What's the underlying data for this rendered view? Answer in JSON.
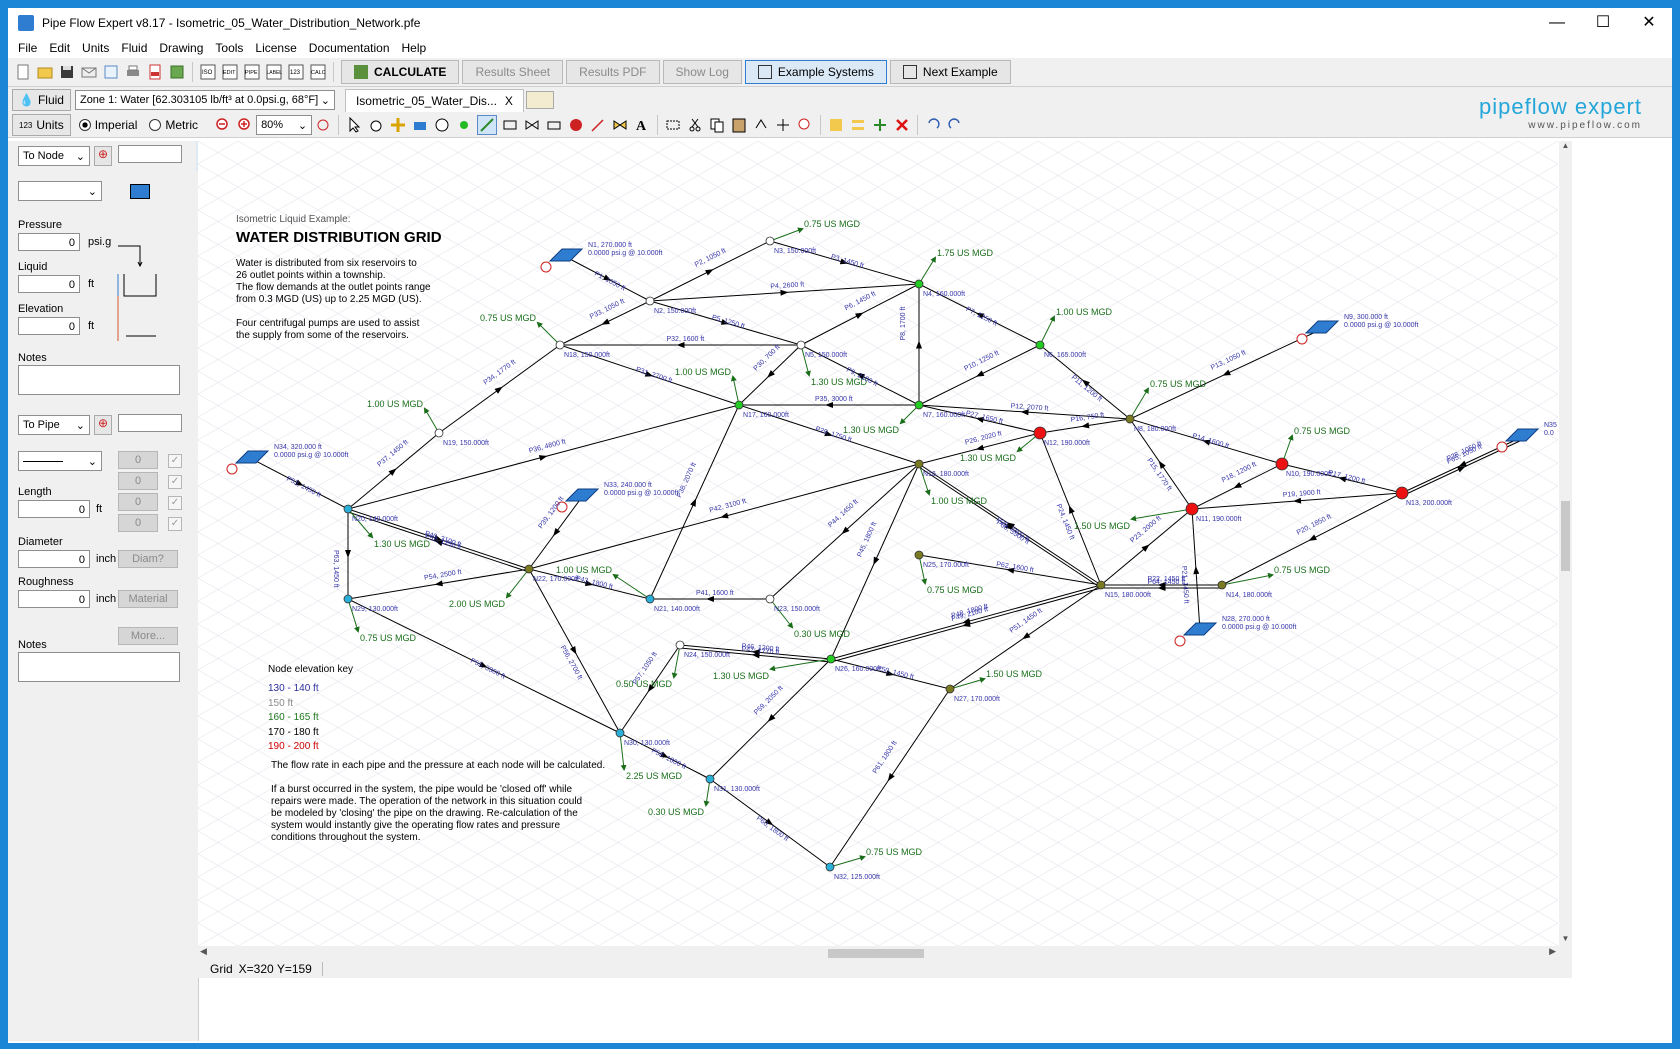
{
  "window": {
    "title": "Pipe Flow Expert v8.17 - Isometric_05_Water_Distribution_Network.pfe",
    "min": "—",
    "max": "☐",
    "close": "✕"
  },
  "menu": [
    "File",
    "Edit",
    "Units",
    "Fluid",
    "Drawing",
    "Tools",
    "License",
    "Documentation",
    "Help"
  ],
  "toolbar": {
    "calculate": "CALCULATE",
    "results_sheet": "Results Sheet",
    "results_pdf": "Results PDF",
    "show_log": "Show Log",
    "example_systems": "Example Systems",
    "next_example": "Next Example"
  },
  "fluid": {
    "label": "Fluid",
    "zone": "Zone 1: Water [62.303105 lb/ft³ at 0.0psi.g, 68°F]"
  },
  "tab": {
    "name": "Isometric_05_Water_Dis...",
    "close": "X"
  },
  "units": {
    "label": "Units",
    "imperial": "Imperial",
    "metric": "Metric",
    "zoom": "80%"
  },
  "logo": {
    "brand": "pipeflow",
    "product": "expert",
    "url": "www.pipeflow.com"
  },
  "left_panel": {
    "to_node": "To Node",
    "pressure_label": "Pressure",
    "pressure_value": "0",
    "pressure_unit": "psi.g",
    "liquid_label": "Liquid",
    "liquid_value": "0",
    "liquid_unit": "ft",
    "elevation_label": "Elevation",
    "elevation_value": "0",
    "elevation_unit": "ft",
    "notes_label": "Notes",
    "to_pipe": "To Pipe",
    "fittings": [
      "0",
      "0",
      "0",
      "0"
    ],
    "length_label": "Length",
    "length_value": "0",
    "length_unit": "ft",
    "diameter_label": "Diameter",
    "diameter_value": "0",
    "diameter_unit": "inch",
    "diam_btn": "Diam?",
    "roughness_label": "Roughness",
    "roughness_value": "0",
    "roughness_unit": "inch",
    "material_btn": "Material",
    "more_btn": "More...",
    "notes2_label": "Notes"
  },
  "drawing": {
    "subtitle": "Isometric Liquid Example:",
    "title": "WATER DISTRIBUTION GRID",
    "desc": [
      "Water is distributed from six reservoirs to",
      "26 outlet points within a township.",
      "The flow demands at the outlet points range",
      "from 0.3 MGD (US) up to 2.25 MGD (US).",
      "",
      "Four centrifugal pumps are used to assist",
      "the supply from some of the reservoirs."
    ],
    "key_title": "Node elevation key",
    "key": [
      {
        "text": "130 - 140 ft",
        "color": "#2d2d9c"
      },
      {
        "text": "150 ft",
        "color": "#8a8a8a"
      },
      {
        "text": "160 - 165 ft",
        "color": "#1f7a1f"
      },
      {
        "text": "170 - 180 ft",
        "color": "#000000"
      },
      {
        "text": "190 - 200 ft",
        "color": "#cc0000"
      }
    ],
    "note1": "The flow rate in each pipe and the pressure at each node will be calculated.",
    "note2": [
      "If a burst occurred in the system, the pipe would be 'closed off' while",
      "repairs were made. The operation of the network in this situation could",
      "be modeled by 'closing' the pipe on the drawing. Re-calculation of the",
      "system would instantly give the operating flow rates and pressure",
      "conditions throughout the system."
    ],
    "nodes": [
      {
        "id": "N1",
        "label": "N1, 270.000 ft",
        "sub": "0.0000 psi.g @ 10.000ft",
        "type": "tank"
      },
      {
        "id": "N2",
        "label": "N2, 150.000ft",
        "type": "node",
        "color": "#ffffff"
      },
      {
        "id": "N3",
        "label": "N3, 150.000ft",
        "type": "node",
        "color": "#ffffff"
      },
      {
        "id": "N4",
        "label": "N4, 160.000ft",
        "type": "node",
        "color": "#22cc22"
      },
      {
        "id": "N5",
        "label": "N5, 150.000ft",
        "type": "node",
        "color": "#ffffff"
      },
      {
        "id": "N6",
        "label": "N6, 165.000ft",
        "type": "node",
        "color": "#22cc22"
      },
      {
        "id": "N7",
        "label": "N7, 160.000ft",
        "type": "node",
        "color": "#22cc22"
      },
      {
        "id": "N8",
        "label": "N8, 180.000ft",
        "type": "node",
        "color": "#7a7a22"
      },
      {
        "id": "N9",
        "label": "N9, 300.000 ft",
        "sub": "0.0000 psi.g @ 10.000ft",
        "type": "tank"
      },
      {
        "id": "N10",
        "label": "N10, 190.000ft",
        "type": "node",
        "color": "#ee1111"
      },
      {
        "id": "N11",
        "label": "N11, 190.000ft",
        "type": "node",
        "color": "#ee1111"
      },
      {
        "id": "N12",
        "label": "N12, 190.000ft",
        "type": "node",
        "color": "#ee1111"
      },
      {
        "id": "N13",
        "label": "N13, 200.000ft",
        "type": "node",
        "color": "#ee1111"
      },
      {
        "id": "N14",
        "label": "N14, 180.000ft",
        "type": "node",
        "color": "#7a7a22"
      },
      {
        "id": "N15",
        "label": "N15, 180.000ft",
        "type": "node",
        "color": "#7a7a22"
      },
      {
        "id": "N16",
        "label": "N16, 180.000ft",
        "type": "node",
        "color": "#7a7a22"
      },
      {
        "id": "N17",
        "label": "N17, 160.000ft",
        "type": "node",
        "color": "#22cc22"
      },
      {
        "id": "N18",
        "label": "N18, 150.000ft",
        "type": "node",
        "color": "#ffffff"
      },
      {
        "id": "N19",
        "label": "N19, 150.000ft",
        "type": "node",
        "color": "#ffffff"
      },
      {
        "id": "N20",
        "label": "N20, 140.000ft",
        "type": "node",
        "color": "#2ab0d8"
      },
      {
        "id": "N21",
        "label": "N21, 140.000ft",
        "type": "node",
        "color": "#2ab0d8"
      },
      {
        "id": "N22",
        "label": "N22, 170.000ft",
        "type": "node",
        "color": "#7a7a22"
      },
      {
        "id": "N23",
        "label": "N23, 150.000ft",
        "type": "node",
        "color": "#ffffff"
      },
      {
        "id": "N24",
        "label": "N24, 150.000ft",
        "type": "node",
        "color": "#ffffff"
      },
      {
        "id": "N25",
        "label": "N25, 170.000ft",
        "type": "node",
        "color": "#7a7a22"
      },
      {
        "id": "N26",
        "label": "N26, 160.000ft",
        "type": "node",
        "color": "#22cc22"
      },
      {
        "id": "N27",
        "label": "N27, 170.000ft",
        "type": "node",
        "color": "#7a7a22"
      },
      {
        "id": "N28",
        "label": "N28, 270.000 ft",
        "sub": "0.0000 psi.g @ 10.000ft",
        "type": "tank"
      },
      {
        "id": "N29",
        "label": "N29, 130.000ft",
        "type": "node",
        "color": "#2ab0d8"
      },
      {
        "id": "N30",
        "label": "N30, 130.000ft",
        "type": "node",
        "color": "#2ab0d8"
      },
      {
        "id": "N31",
        "label": "N31, 130.000ft",
        "type": "node",
        "color": "#2ab0d8"
      },
      {
        "id": "N32",
        "label": "N32, 125.000ft",
        "type": "node",
        "color": "#2ab0d8"
      },
      {
        "id": "N33",
        "label": "N33, 240.000 ft",
        "sub": "0.0000 psi.g @ 10.000ft",
        "type": "tank"
      },
      {
        "id": "N34",
        "label": "N34, 320.000 ft",
        "sub": "0.0000 psi.g @ 10.000ft",
        "type": "tank"
      },
      {
        "id": "N35",
        "label": "N35",
        "sub": "0.0",
        "type": "tank"
      }
    ],
    "pipes": [
      {
        "label": "P1, 1050 ft"
      },
      {
        "label": "P2, 1050 ft"
      },
      {
        "label": "P3, 1450 ft"
      },
      {
        "label": "P4, 2600 ft"
      },
      {
        "label": "P5, 1250 ft"
      },
      {
        "label": "P6, 1450 ft"
      },
      {
        "label": "P7, 1250 ft"
      },
      {
        "label": "P8, 1700 ft"
      },
      {
        "label": "P9, 2100 ft"
      },
      {
        "label": "P10, 1250 ft"
      },
      {
        "label": "P11, 1200 ft"
      },
      {
        "label": "P12, 2070 ft"
      },
      {
        "label": "P13, 1050 ft"
      },
      {
        "label": "P14, 1600 ft"
      },
      {
        "label": "P15, 1770 ft"
      },
      {
        "label": "P16, 750 ft"
      },
      {
        "label": "P17, 1200 ft"
      },
      {
        "label": "P18, 1200 ft"
      },
      {
        "label": "P19, 1900 ft"
      },
      {
        "label": "P20, 1850 ft"
      },
      {
        "label": "P21, 1450 ft"
      },
      {
        "label": "P22, 1450 ft"
      },
      {
        "label": "P23, 2000 ft"
      },
      {
        "label": "P24, 1450 ft"
      },
      {
        "label": "P25, 2400 ft"
      },
      {
        "label": "P26, 2020 ft"
      },
      {
        "label": "P27, 1650 ft"
      },
      {
        "label": "P28, 1050 ft"
      },
      {
        "label": "P29, 1750 ft"
      },
      {
        "label": "P30, 700 ft"
      },
      {
        "label": "P31, 2700 ft"
      },
      {
        "label": "P32, 1600 ft"
      },
      {
        "label": "P33, 1050 ft"
      },
      {
        "label": "P34, 1770 ft"
      },
      {
        "label": "P35, 3000 ft"
      },
      {
        "label": "P36, 4800 ft"
      },
      {
        "label": "P37, 1450 ft"
      },
      {
        "label": "P38, 2070 ft"
      },
      {
        "label": "P39, 1200 ft"
      },
      {
        "label": "P40, 3100 ft"
      },
      {
        "label": "P41, 1600 ft"
      },
      {
        "label": "P42, 3100 ft"
      },
      {
        "label": "P43, 1800 ft"
      },
      {
        "label": "P44, 1450 ft"
      },
      {
        "label": "P45, 1800 ft"
      },
      {
        "label": "P46, 1200 ft"
      },
      {
        "label": "P47, 1770 ft"
      },
      {
        "label": "P48, 1800 ft"
      },
      {
        "label": "P49, 2100 ft"
      },
      {
        "label": "P50, 1450 ft"
      },
      {
        "label": "P51, 1450 ft"
      },
      {
        "label": "P52, 1250 ft"
      },
      {
        "label": "P53, 1450 ft"
      },
      {
        "label": "P54, 2500 ft"
      },
      {
        "label": "P55, 3300 ft"
      },
      {
        "label": "P56, 2700 ft"
      },
      {
        "label": "P57, 1050 ft"
      },
      {
        "label": "P58, 1800 ft"
      },
      {
        "label": "P59, 2050 ft"
      },
      {
        "label": "P60, 1800 ft"
      },
      {
        "label": "P61, 1800 ft"
      },
      {
        "label": "P62, 1600 ft"
      },
      {
        "label": "P63, 1450 ft"
      },
      {
        "label": "P64, 1450 ft"
      },
      {
        "label": "P65, 1050 ft"
      },
      {
        "label": "P66, 3500 ft"
      }
    ],
    "flows": [
      {
        "text": "0.75 US MGD"
      },
      {
        "text": "1.75 US MGD"
      },
      {
        "text": "1.00 US MGD"
      },
      {
        "text": "0.75 US MGD"
      },
      {
        "text": "1.00 US MGD"
      },
      {
        "text": "1.30 US MGD"
      },
      {
        "text": "1.30 US MGD"
      },
      {
        "text": "0.75 US MGD"
      },
      {
        "text": "0.75 US MGD"
      },
      {
        "text": "1.30 US MGD"
      },
      {
        "text": "1.00 US MGD"
      },
      {
        "text": "1.50 US MGD"
      },
      {
        "text": "1.30 US MGD"
      },
      {
        "text": "1.00 US MGD"
      },
      {
        "text": "0.75 US MGD"
      },
      {
        "text": "2.00 US MGD"
      },
      {
        "text": "0.75 US MGD"
      },
      {
        "text": "0.75 US MGD"
      },
      {
        "text": "0.30 US MGD"
      },
      {
        "text": "1.30 US MGD"
      },
      {
        "text": "0.50 US MGD"
      },
      {
        "text": "1.50 US MGD"
      },
      {
        "text": "2.25 US MGD"
      },
      {
        "text": "0.30 US MGD"
      },
      {
        "text": "0.75 US MGD"
      },
      {
        "text": "1.00 US MGD"
      }
    ]
  },
  "status": {
    "grid": "Grid",
    "coords": "X=320  Y=159"
  }
}
